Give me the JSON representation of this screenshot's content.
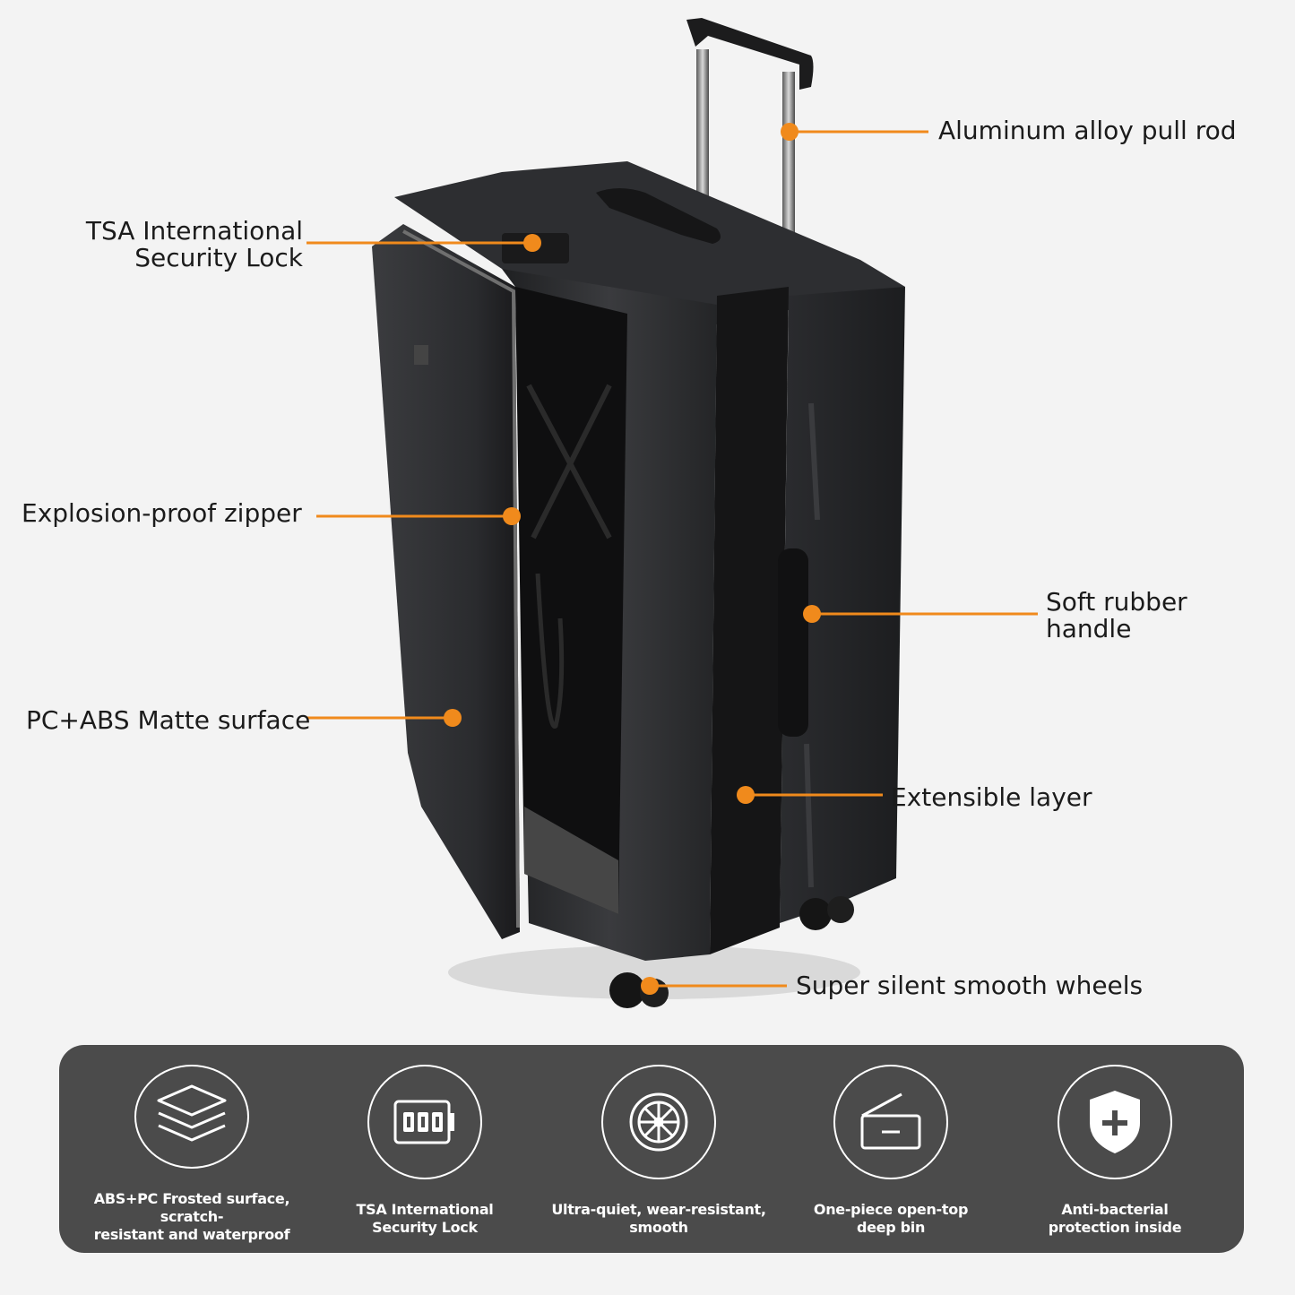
{
  "callouts": {
    "pull_rod": "Aluminum alloy pull rod",
    "tsa_lock": "TSA International\nSecurity Lock",
    "zipper": "Explosion-proof zipper",
    "handle": "Soft rubber\nhandle",
    "surface": "PC+ABS Matte surface",
    "layer": "Extensible layer",
    "wheels": "Super silent smooth wheels"
  },
  "features": [
    {
      "icon": "layers-icon",
      "text": "ABS+PC Frosted surface, scratch-\nresistant and waterproof"
    },
    {
      "icon": "combination-lock-icon",
      "text": "TSA International\nSecurity Lock"
    },
    {
      "icon": "wheel-icon",
      "text": "Ultra-quiet, wear-resistant,\nsmooth"
    },
    {
      "icon": "open-bin-icon",
      "text": "One-piece open-top\ndeep bin"
    },
    {
      "icon": "shield-plus-icon",
      "text": "Anti-bacterial\nprotection inside"
    }
  ],
  "colors": {
    "accent": "#f08a1c",
    "background": "#f3f3f3",
    "panel": "#4b4b4b",
    "case_body": "#2a2b2d"
  }
}
